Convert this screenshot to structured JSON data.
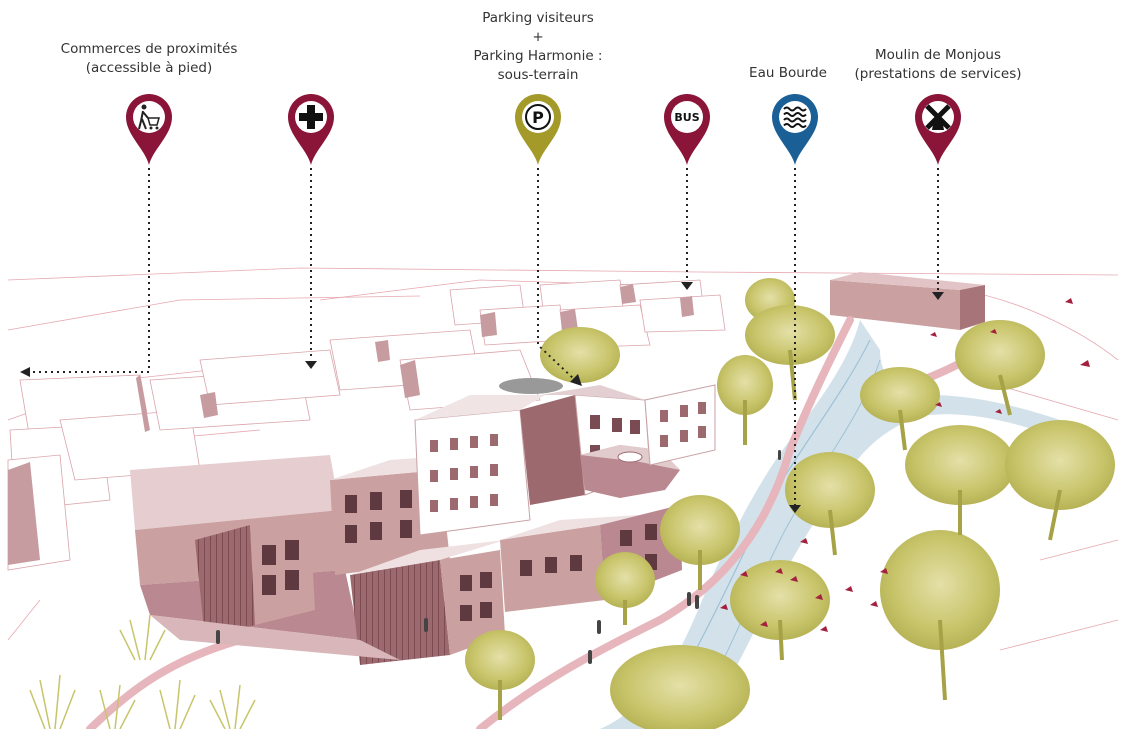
{
  "colors": {
    "pin_default": "#8a1538",
    "pin_parking": "#a49a2a",
    "pin_water": "#1a5f96",
    "building_fill": "#caa0a0",
    "building_shade": "#9c6a6e",
    "tree": "#c8c46a",
    "river": "#c9dbe6",
    "path": "#e7b6bd"
  },
  "markers": [
    {
      "id": "commerce",
      "icon": "shopping-cart-icon",
      "label_lines": [
        "Commerces de proximités",
        "(accessible à pied)"
      ]
    },
    {
      "id": "health",
      "icon": "medical-cross-icon",
      "label_lines": []
    },
    {
      "id": "parking",
      "icon": "parking-icon",
      "icon_text": "P",
      "label_lines": [
        "Parking visiteurs",
        "+",
        "Parking Harmonie :",
        "sous-terrain"
      ]
    },
    {
      "id": "bus",
      "icon": "bus-icon",
      "icon_text": "BUS",
      "label_lines": []
    },
    {
      "id": "water",
      "icon": "water-waves-icon",
      "label_lines": [
        "Eau Bourde"
      ]
    },
    {
      "id": "mill",
      "icon": "windmill-icon",
      "label_lines": [
        "Moulin de Monjous",
        "(prestations de services)"
      ]
    }
  ]
}
